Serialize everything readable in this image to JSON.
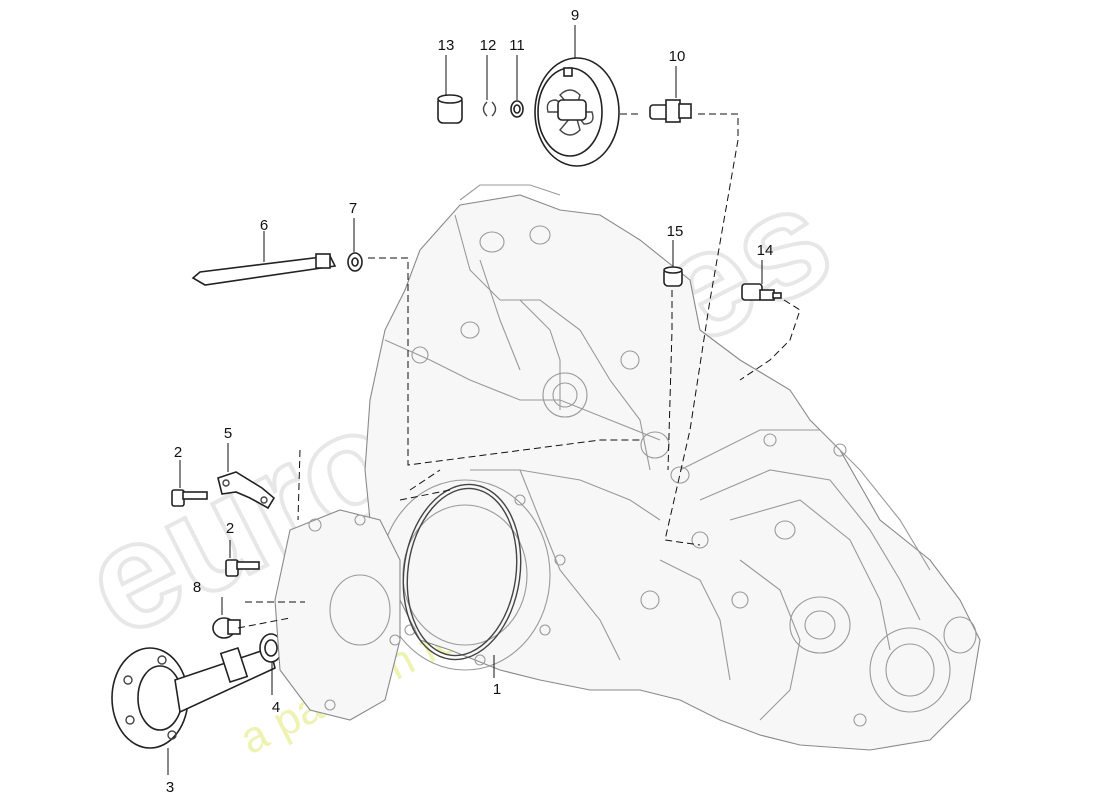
{
  "watermark": {
    "logo": "eurospares",
    "tagline": "a passion for parts since 1985"
  },
  "callouts": [
    {
      "id": "c1",
      "label": "1"
    },
    {
      "id": "c2a",
      "label": "2"
    },
    {
      "id": "c2b",
      "label": "2"
    },
    {
      "id": "c3",
      "label": "3"
    },
    {
      "id": "c4",
      "label": "4"
    },
    {
      "id": "c5",
      "label": "5"
    },
    {
      "id": "c6",
      "label": "6"
    },
    {
      "id": "c7",
      "label": "7"
    },
    {
      "id": "c8",
      "label": "8"
    },
    {
      "id": "c9",
      "label": "9"
    },
    {
      "id": "c10",
      "label": "10"
    },
    {
      "id": "c11",
      "label": "11"
    },
    {
      "id": "c12",
      "label": "12"
    },
    {
      "id": "c13",
      "label": "13"
    },
    {
      "id": "c14",
      "label": "14"
    },
    {
      "id": "c15",
      "label": "15"
    }
  ],
  "colors": {
    "line": "#222222",
    "housing": "#9a9a9a",
    "watermark_text": "#e9ee9a",
    "watermark_logo": "#e2e2e2"
  }
}
